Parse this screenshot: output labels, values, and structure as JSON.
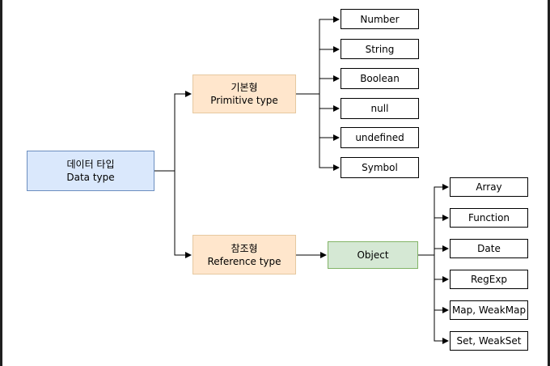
{
  "root": {
    "line1": "데이터 타입",
    "line2": "Data type"
  },
  "primitive": {
    "line1": "기본형",
    "line2": "Primitive type"
  },
  "reference": {
    "line1": "참조형",
    "line2": "Reference type"
  },
  "object": {
    "label": "Object"
  },
  "primitive_types": [
    "Number",
    "String",
    "Boolean",
    "null",
    "undefined",
    "Symbol"
  ],
  "object_types": [
    "Array",
    "Function",
    "Date",
    "RegExp",
    "Map, WeakMap",
    "Set, WeakSet"
  ],
  "colors": {
    "root_fill": "#dae8fc",
    "root_stroke": "#6c8ebf",
    "category_fill": "#ffe6cc",
    "category_stroke": "#e6c8a0",
    "object_fill": "#d5e8d4",
    "object_stroke": "#82b366"
  }
}
